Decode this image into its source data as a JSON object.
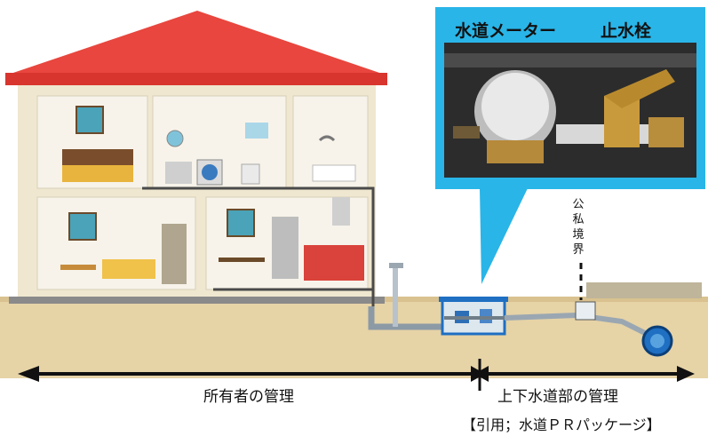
{
  "callout": {
    "meter_label": "水道メーター",
    "valve_label": "止水栓"
  },
  "boundary_label": "公私境界",
  "responsibility": {
    "owner_label": "所有者の管理",
    "utility_label": "上下水道部の管理"
  },
  "citation": "【引用；水道ＰＲパッケージ】",
  "colors": {
    "roof": "#e8463e",
    "walls": "#f3ecd7",
    "ground": "#e6d3a6",
    "callout": "#29b5e8",
    "meter_box": "#1f6fc2",
    "arrow": "#111111"
  },
  "icons": [
    "house-illustration",
    "water-meter-photo",
    "stop-valve-photo",
    "water-meter-icon",
    "water-main-pipe-icon"
  ]
}
